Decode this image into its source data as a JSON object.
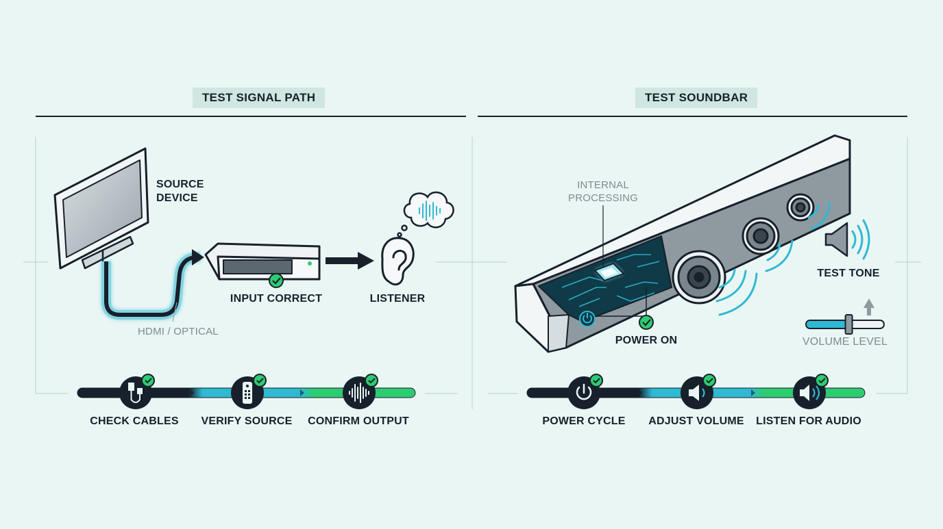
{
  "left_panel": {
    "title": "TEST SIGNAL PATH",
    "source_label": "SOURCE\nDEVICE",
    "source_line1": "SOURCE",
    "source_line2": "DEVICE",
    "input_label": "INPUT CORRECT",
    "listener_label": "LISTENER",
    "cable_label": "HDMI / OPTICAL",
    "steps": [
      {
        "label": "CHECK CABLES",
        "icon": "cable-icon"
      },
      {
        "label": "VERIFY SOURCE",
        "icon": "remote-icon"
      },
      {
        "label": "CONFIRM OUTPUT",
        "icon": "waveform-icon"
      }
    ]
  },
  "right_panel": {
    "title": "TEST SOUNDBAR",
    "processing_line1": "INTERNAL",
    "processing_line2": "PROCESSING",
    "power_label": "POWER ON",
    "tone_label": "TEST TONE",
    "volume_label": "VOLUME LEVEL",
    "volume_level": 0.55,
    "steps": [
      {
        "label": "POWER CYCLE",
        "icon": "power-icon"
      },
      {
        "label": "ADJUST VOLUME",
        "icon": "speaker-icon"
      },
      {
        "label": "LISTEN FOR AUDIO",
        "icon": "speaker-waves-icon"
      }
    ]
  },
  "colors": {
    "background": "#eaf6f4",
    "ink": "#17202b",
    "cyan": "#2fb9d3",
    "green": "#2ecc71",
    "badge": "#cfe6e1"
  }
}
